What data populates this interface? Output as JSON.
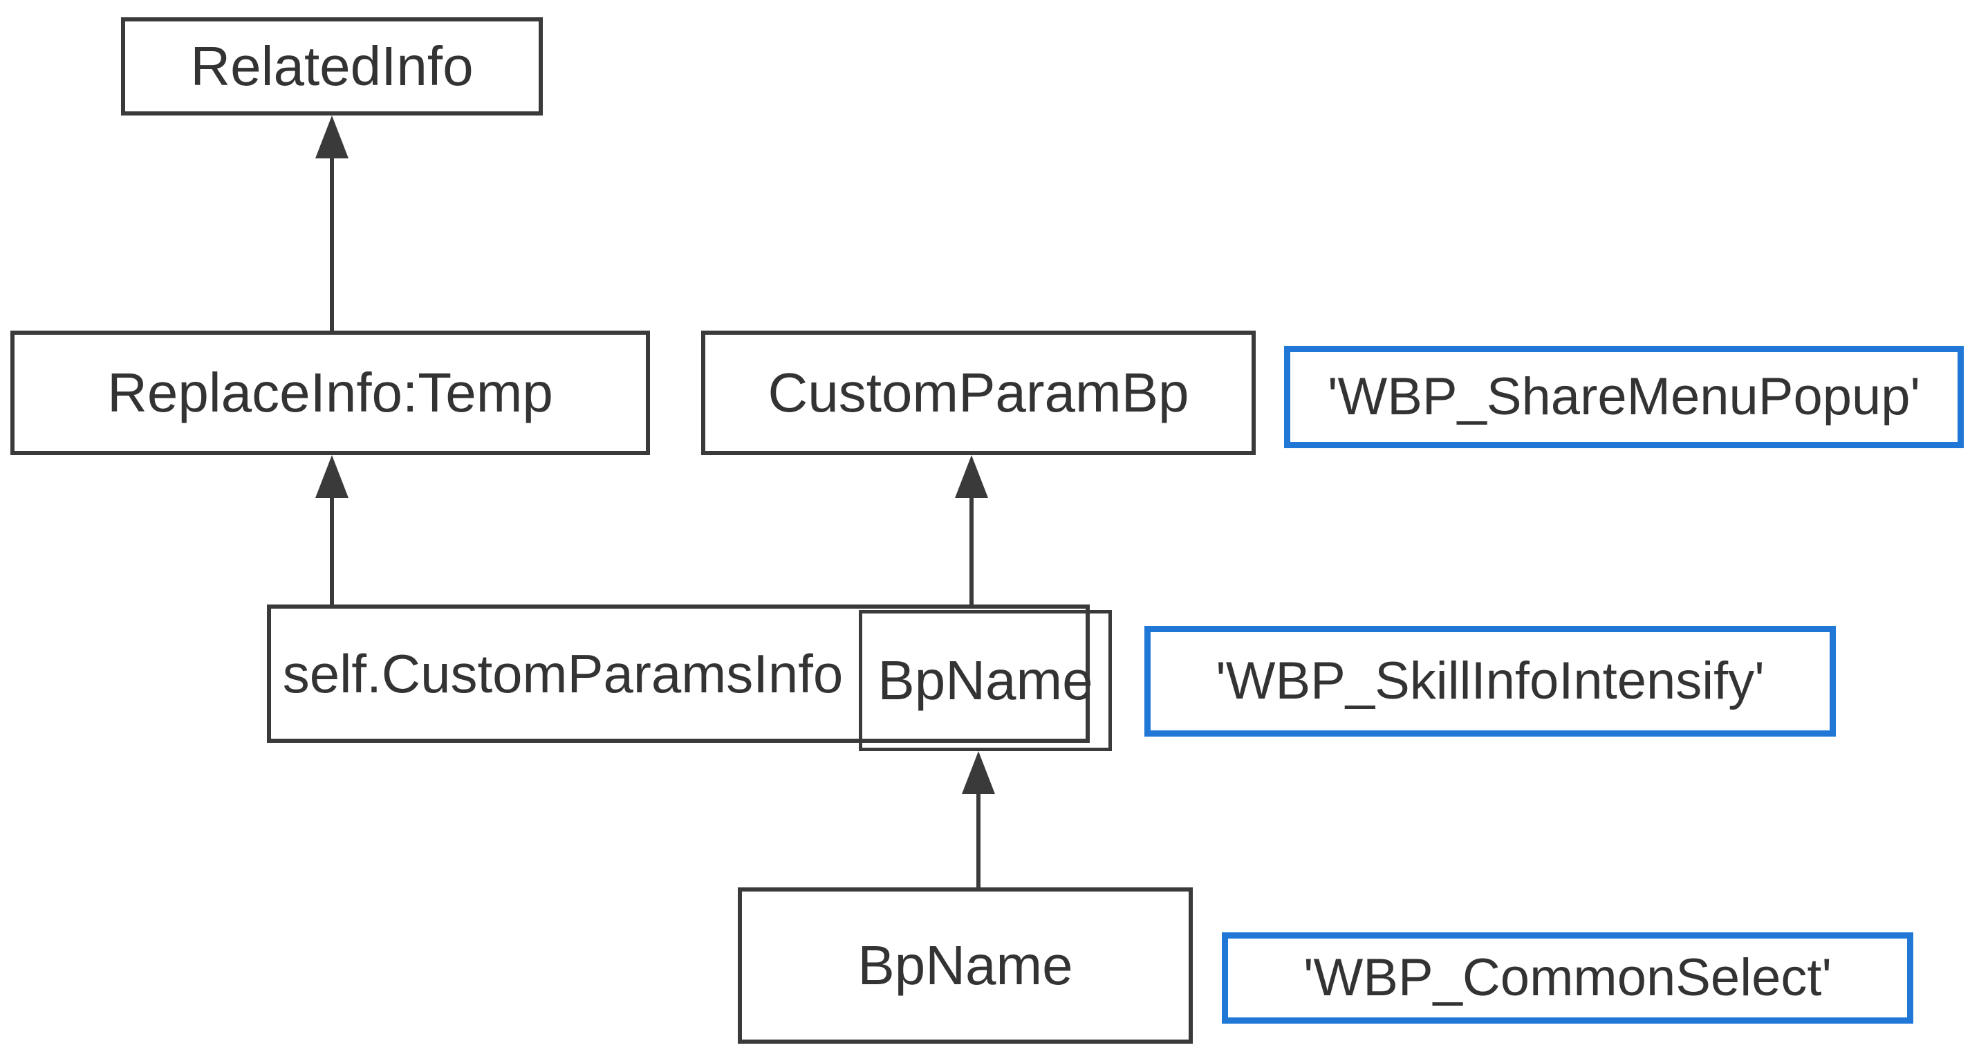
{
  "diagram": {
    "background": "#ffffff",
    "colors": {
      "box_border": "#3a3a3a",
      "arrow": "#3a3a3a",
      "text": "#333333",
      "highlight_border": "#2077d6"
    },
    "nodes": {
      "related_info": {
        "label": "RelatedInfo"
      },
      "replace_info_temp": {
        "label": "ReplaceInfo:Temp"
      },
      "custom_param_bp": {
        "label": "CustomParamBp"
      },
      "share_menu_popup_value": {
        "label": "'WBP_ShareMenuPopup'"
      },
      "custom_params_info": {
        "label": "self.CustomParamsInfo"
      },
      "bp_name_field": {
        "label": "BpName"
      },
      "skill_info_intensify_value": {
        "label": "'WBP_SkillInfoIntensify'"
      },
      "bp_name_source": {
        "label": "BpName"
      },
      "common_select_value": {
        "label": "'WBP_CommonSelect'"
      }
    },
    "edges": [
      {
        "from": "ReplaceInfo:Temp",
        "to": "RelatedInfo"
      },
      {
        "from": "self.CustomParamsInfo",
        "to": "ReplaceInfo:Temp"
      },
      {
        "from": "BpName field",
        "to": "CustomParamBp"
      },
      {
        "from": "BpName source",
        "to": "BpName field"
      }
    ]
  }
}
